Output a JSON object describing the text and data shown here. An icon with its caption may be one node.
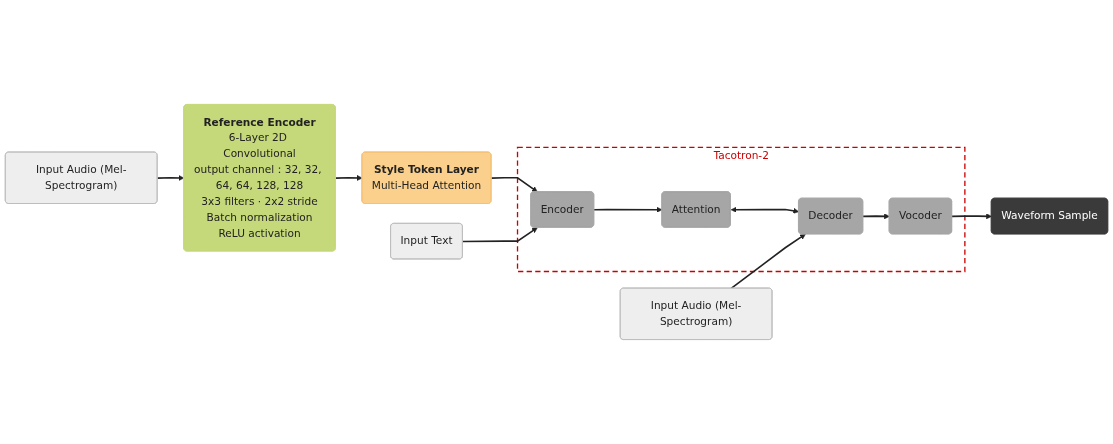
{
  "diagram": {
    "nodes": [
      {
        "text": [
          "Input Audio (Mel-Spectrogram)"
        ]
      },
      {
        "text": [
          "Reference Encoder",
          "6-Layer 2D Convolutional",
          "output channel：32, 32, 64, 64, 128, 128",
          "3x3 filters · 2x2 stride",
          "Batch normalization",
          "ReLU activation"
        ]
      },
      {
        "text": [
          "Style Token Layer",
          "Multi-Head Attention"
        ]
      },
      {
        "text": [
          "Tacotron-2"
        ]
      },
      {
        "text": [
          "Input Text"
        ]
      },
      {
        "text": [
          "Encoder"
        ],
        "in": 3
      },
      {
        "text": [
          "Attention"
        ],
        "in": 3
      },
      {
        "text": [
          "Decoder"
        ],
        "in": 3
      },
      {
        "text": [
          "Vocoder"
        ],
        "in": 3
      },
      {
        "text": [
          "Input Audio (Mel-Spectrogram)"
        ]
      },
      {
        "text": [
          "Waveform Sample"
        ]
      }
    ],
    "edges": [
      {
        "from": 0,
        "to": 1,
        "arrow": "to"
      },
      {
        "from": 1,
        "to": 2,
        "arrow": "to"
      },
      {
        "from": 2,
        "to": 5,
        "arrow": "to"
      },
      {
        "from": 4,
        "to": 5,
        "arrow": "to"
      },
      {
        "from": 5,
        "to": 6,
        "arrow": "to"
      },
      {
        "from": 6,
        "to": 7,
        "arrow": "both"
      },
      {
        "from": 7,
        "to": 8,
        "arrow": "to"
      },
      {
        "from": 9,
        "to": 7,
        "arrow": "to"
      },
      {
        "from": 8,
        "to": 10,
        "arrow": "to"
      }
    ]
  }
}
